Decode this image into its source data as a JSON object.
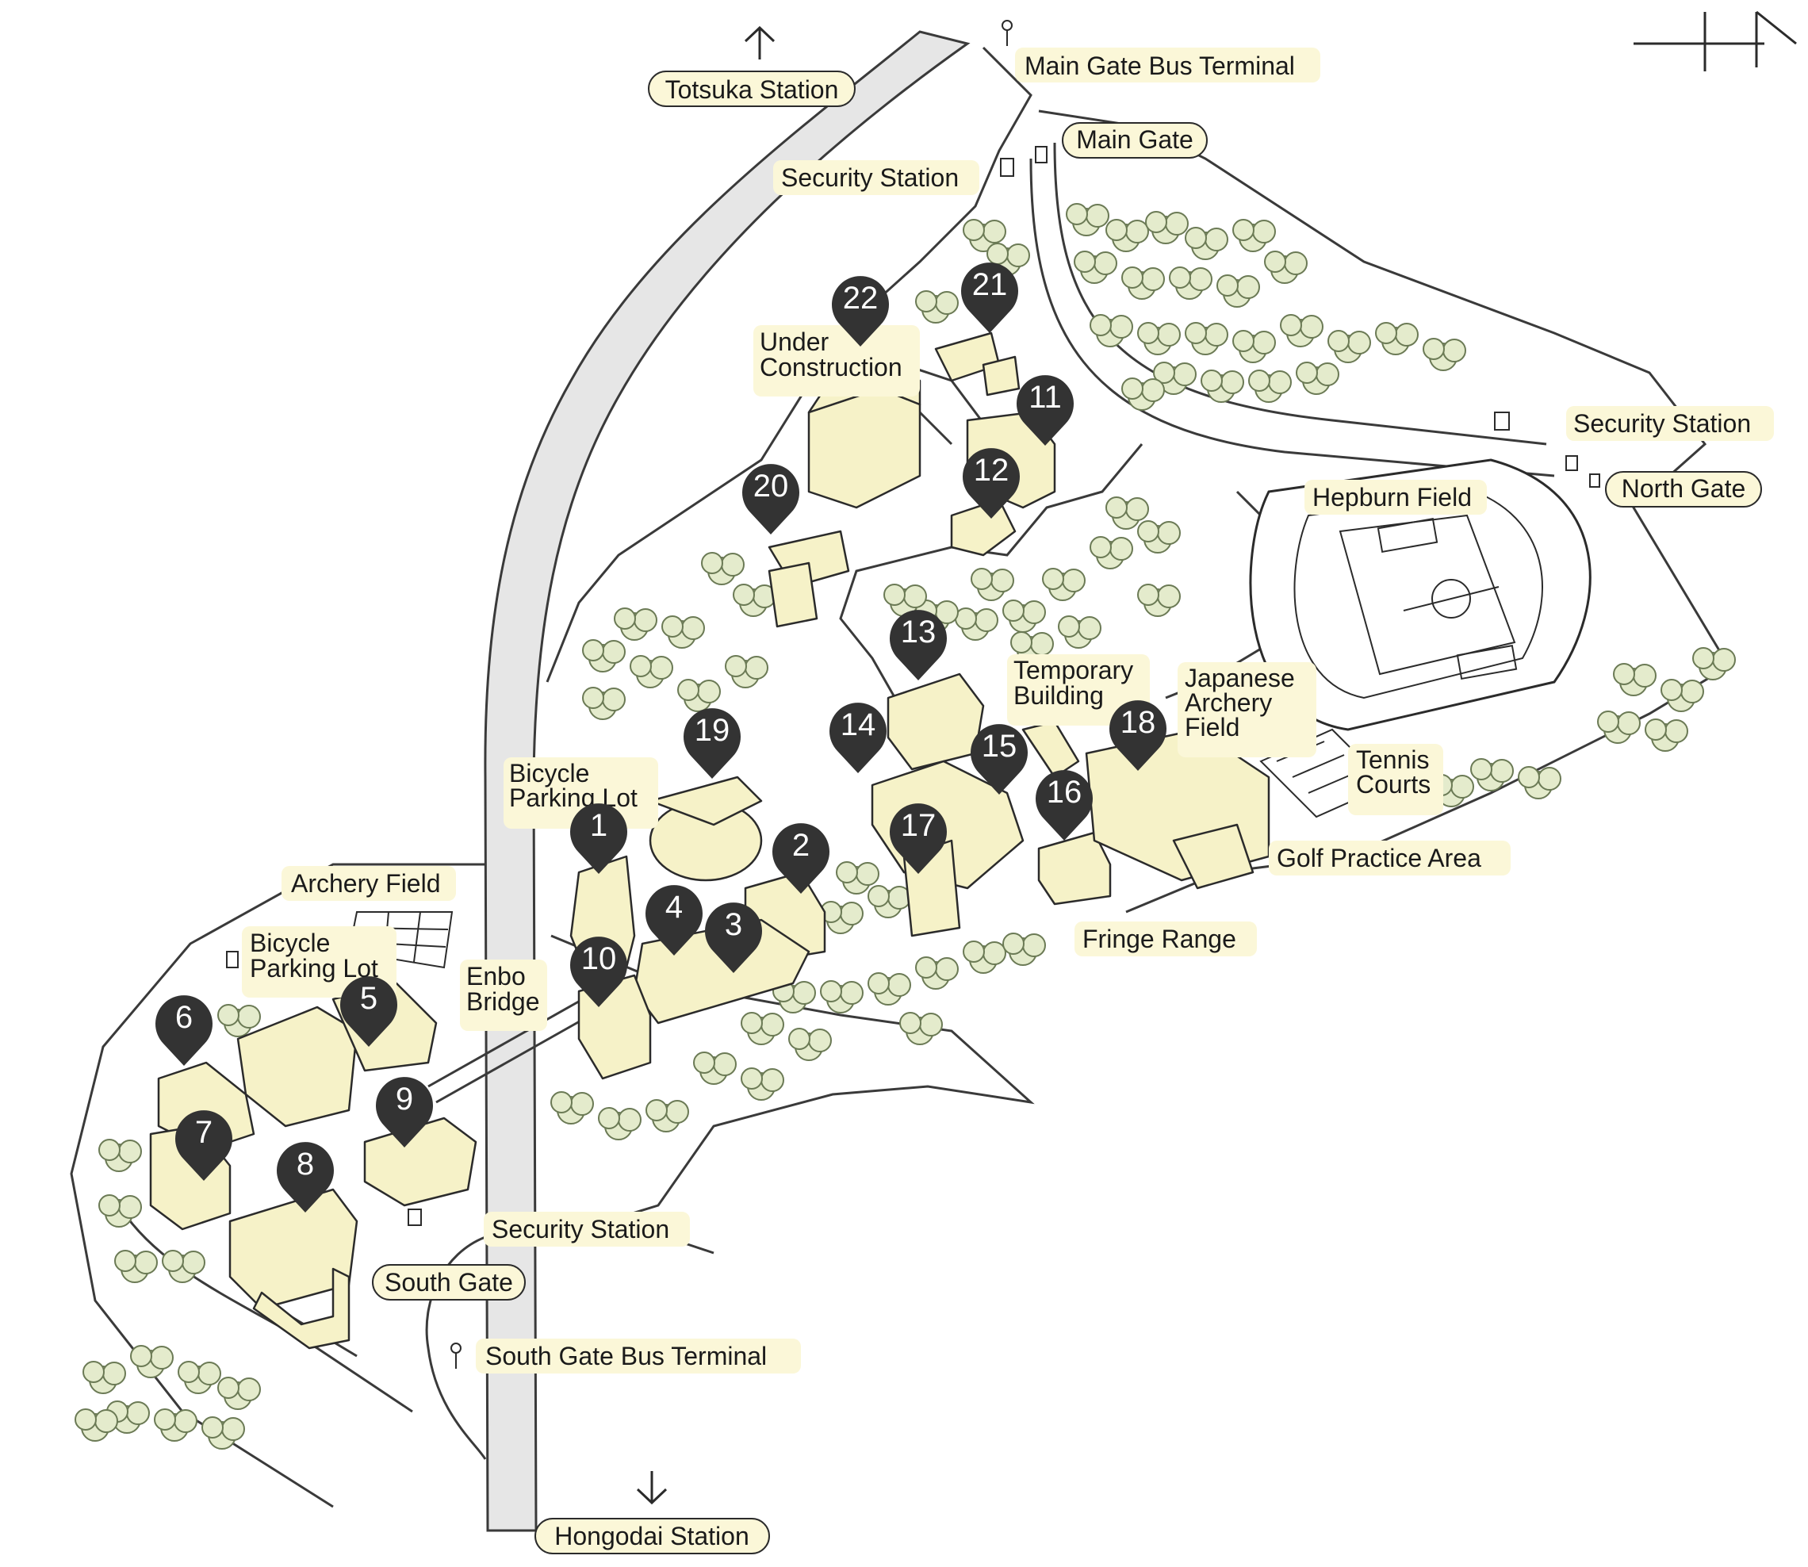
{
  "colors": {
    "label_bg": "#fbf7d8",
    "tree": "#e4ebcc",
    "building": "#f6f2c8",
    "road": "#e6e6e6",
    "pin": "#333333",
    "outline": "#2b2b2b"
  },
  "labels": {
    "totsuka": "Totsuka Station",
    "main_gate_bus": "Main Gate Bus Terminal",
    "main_gate": "Main Gate",
    "security_north": "Security Station",
    "under_construction_1": "Under",
    "under_construction_2": "Construction",
    "security_east": "Security Station",
    "north_gate": "North Gate",
    "hepburn": "Hepburn Field",
    "temporary_1": "Temporary",
    "temporary_2": "Building",
    "japanese_archery_1": "Japanese",
    "japanese_archery_2": "Archery",
    "japanese_archery_3": "Field",
    "tennis_1": "Tennis",
    "tennis_2": "Courts",
    "golf": "Golf Practice Area",
    "fringe": "Fringe Range",
    "bicycle_north_1": "Bicycle",
    "bicycle_north_2": "Parking Lot",
    "archery": "Archery Field",
    "bicycle_south_1": "Bicycle",
    "bicycle_south_2": "Parking Lot",
    "enbo_1": "Enbo",
    "enbo_2": "Bridge",
    "security_south": "Security Station",
    "south_gate": "South Gate",
    "south_gate_bus": "South Gate Bus Terminal",
    "hongodai": "Hongodai Station"
  },
  "icons": {
    "arrow_up": "arrow-up-icon",
    "arrow_down": "arrow-down-icon",
    "compass": "north-compass-icon",
    "bus_stop": "bus-stop-icon",
    "security_booth": "security-booth-icon"
  },
  "pins": [
    "1",
    "2",
    "3",
    "4",
    "5",
    "6",
    "7",
    "8",
    "9",
    "10",
    "11",
    "12",
    "13",
    "14",
    "15",
    "16",
    "17",
    "18",
    "19",
    "20",
    "21",
    "22"
  ]
}
